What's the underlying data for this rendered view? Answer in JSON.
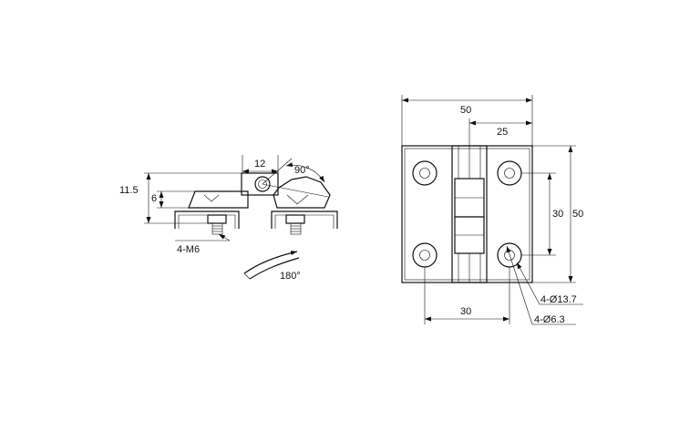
{
  "side_view": {
    "dim_overall_height": "11.5",
    "dim_leaf_height": "6",
    "dim_pin_offset": "12",
    "dim_thread": "4-M6",
    "angle_open": "90°",
    "angle_rotate": "180°"
  },
  "front_view": {
    "dim_overall_width": "50",
    "dim_half_width": "25",
    "dim_hole_spacing_v": "30",
    "dim_overall_height": "50",
    "dim_hole_spacing_h": "30",
    "callout_counterbore": "4-Ø13.7",
    "callout_hole": "4-Ø6.3"
  },
  "colors": {
    "line": "#111111",
    "background": "#ffffff"
  }
}
